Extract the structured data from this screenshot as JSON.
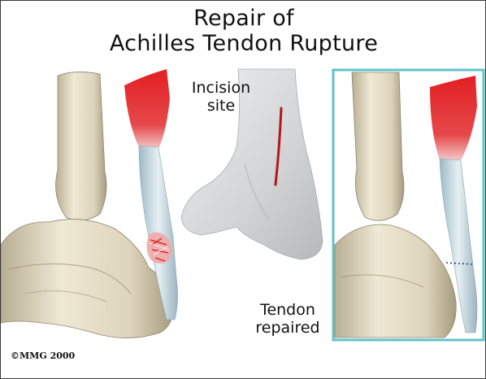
{
  "title": {
    "line1": "Repair of",
    "line2": "Achilles Tendon Rupture"
  },
  "labels": {
    "incision": [
      "Incision",
      "site"
    ],
    "repaired": [
      "Tendon",
      "repaired"
    ]
  },
  "copyright": "©MMG 2000",
  "colors": {
    "bone": "#e3dbc4",
    "bone_shadow": "#a89f86",
    "muscle": "#e0282a",
    "tendon": "#c7dde6",
    "skin": "#d6d7d9",
    "incision": "#b3171a",
    "panel_border": "#5fc4c9"
  }
}
